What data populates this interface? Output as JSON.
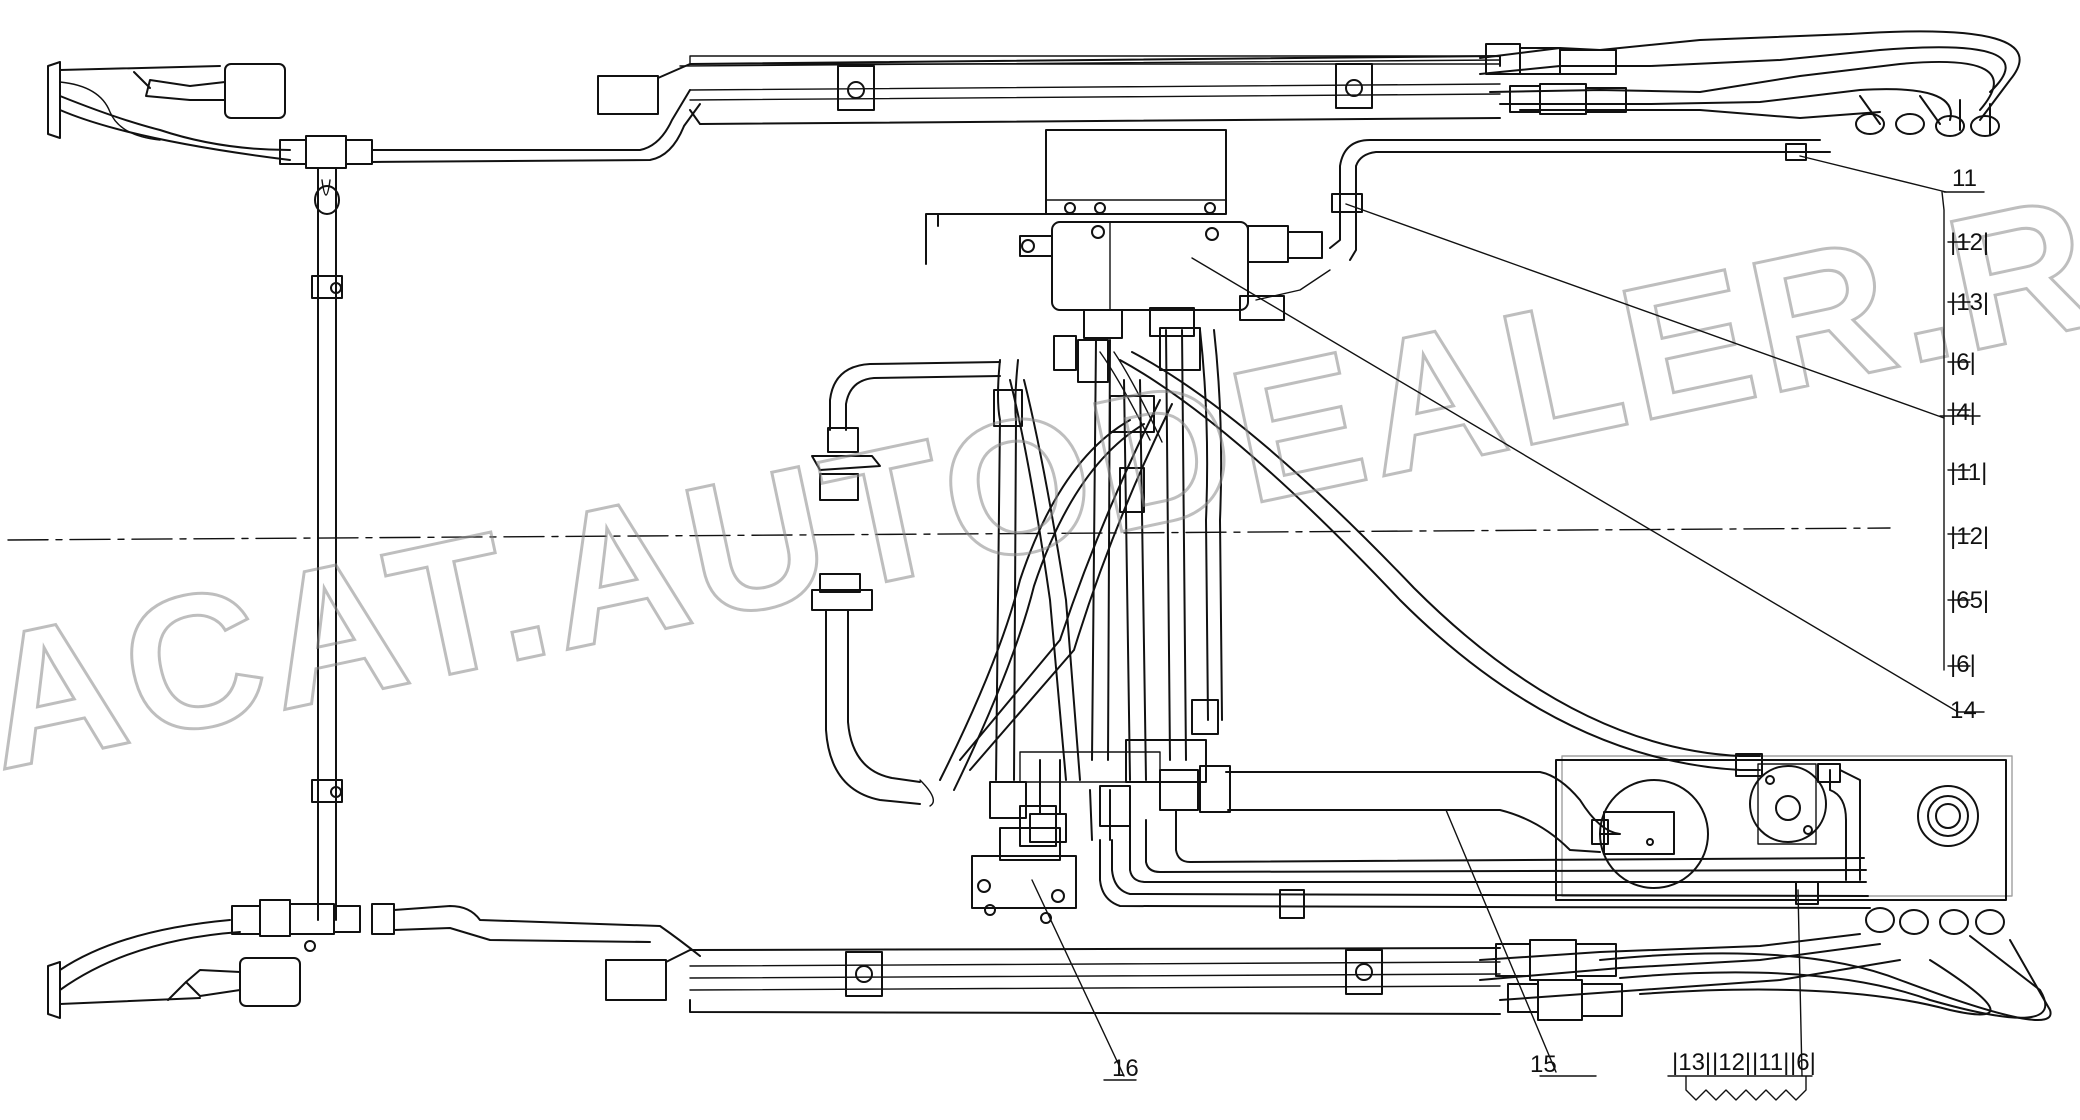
{
  "watermark": "ACAT.AUTODEALER.RU",
  "callouts": {
    "c11": "11",
    "c14": "14",
    "c15": "15",
    "c16": "16"
  },
  "right_column": [
    "|12|",
    "|13|",
    "|6|",
    "|4|",
    "|11|",
    "|12|",
    "|65|",
    "|6|"
  ],
  "bottom_row": [
    "|13|",
    "|12|",
    "|11|",
    "|6|"
  ]
}
